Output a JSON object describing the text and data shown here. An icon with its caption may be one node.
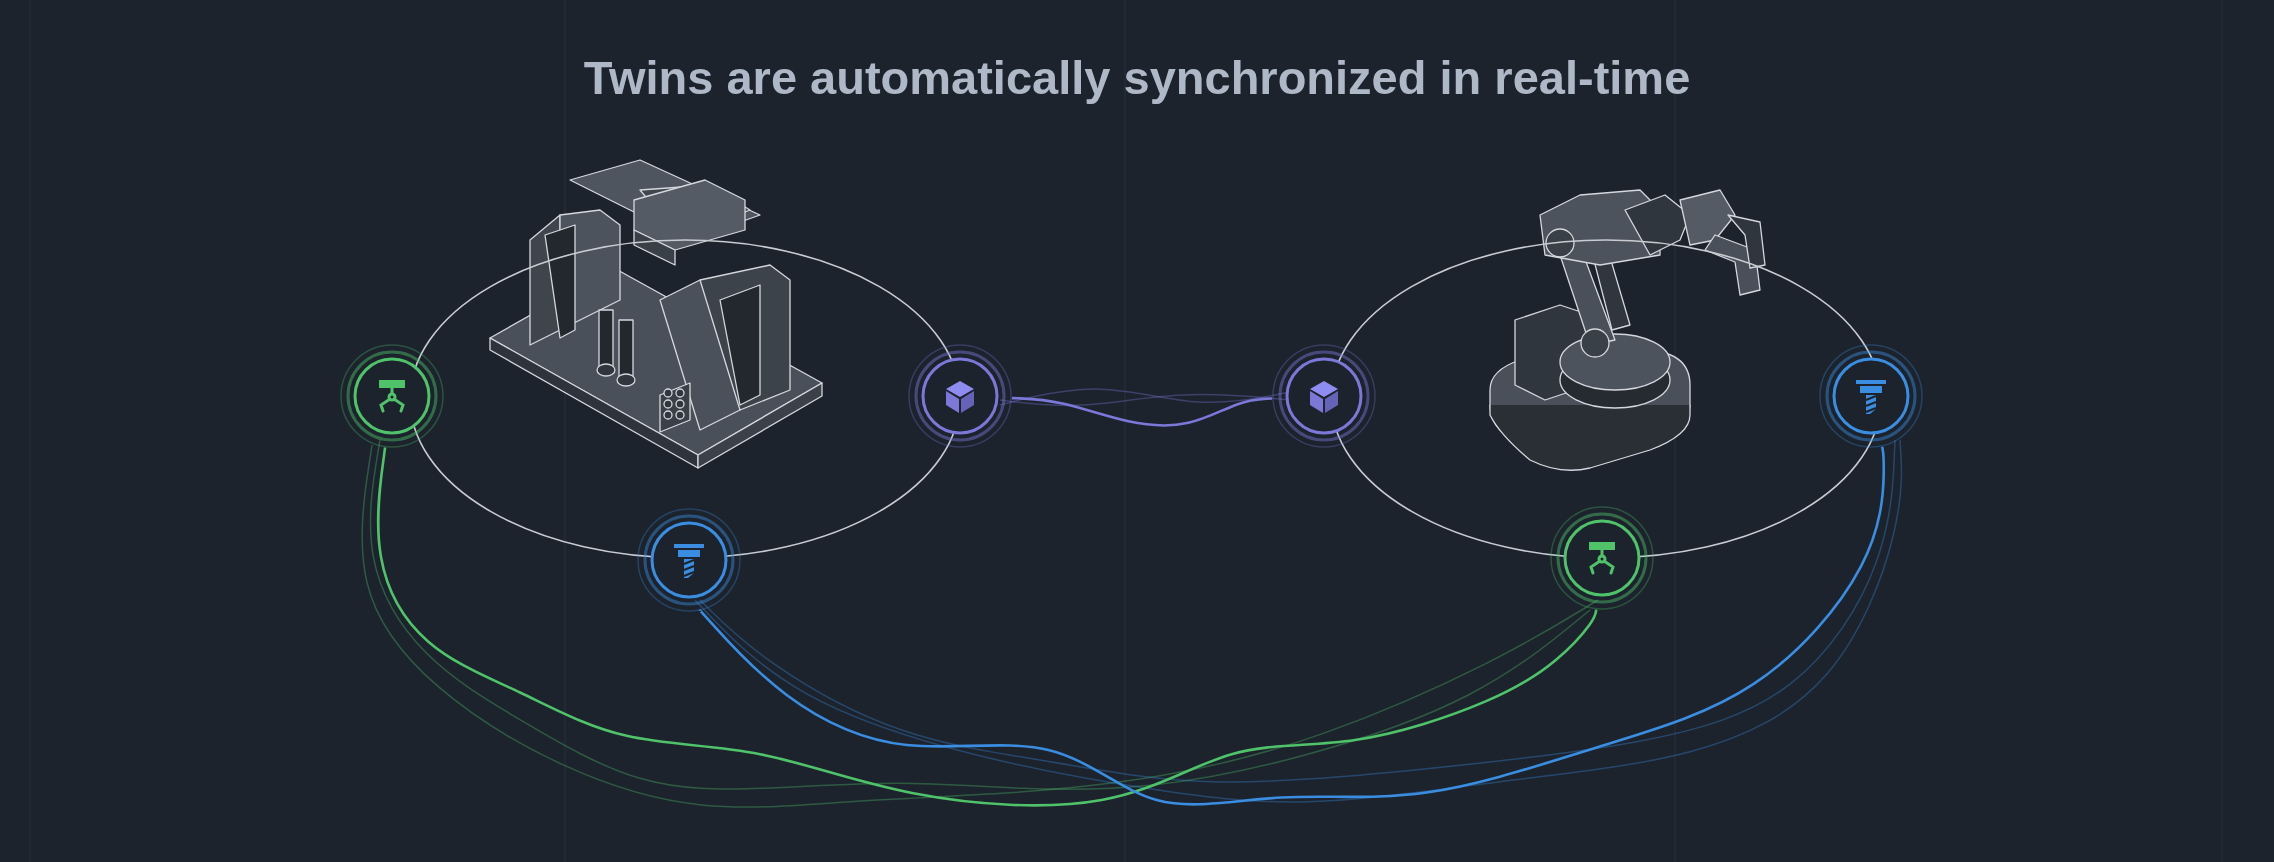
{
  "diagram": {
    "title": "Twins are automatically synchronized in real-time",
    "nodes": [
      {
        "text": [],
        "shape": "ellipse"
      },
      {
        "text": [],
        "shape": "ellipse"
      },
      {
        "text": [],
        "shape": "circle"
      },
      {
        "text": [],
        "shape": "circle"
      },
      {
        "text": [],
        "shape": "circle"
      },
      {
        "text": [],
        "shape": "circle"
      },
      {
        "text": [],
        "shape": "circle"
      },
      {
        "text": [],
        "shape": "circle"
      }
    ],
    "edges": [
      {
        "from": 4,
        "to": 5,
        "arrow": "none",
        "color": "#7b78d8"
      },
      {
        "from": 2,
        "to": 6,
        "arrow": "none",
        "color": "#4fc26a"
      },
      {
        "from": 3,
        "to": 7,
        "arrow": "none",
        "color": "#3a8de0"
      }
    ]
  }
}
